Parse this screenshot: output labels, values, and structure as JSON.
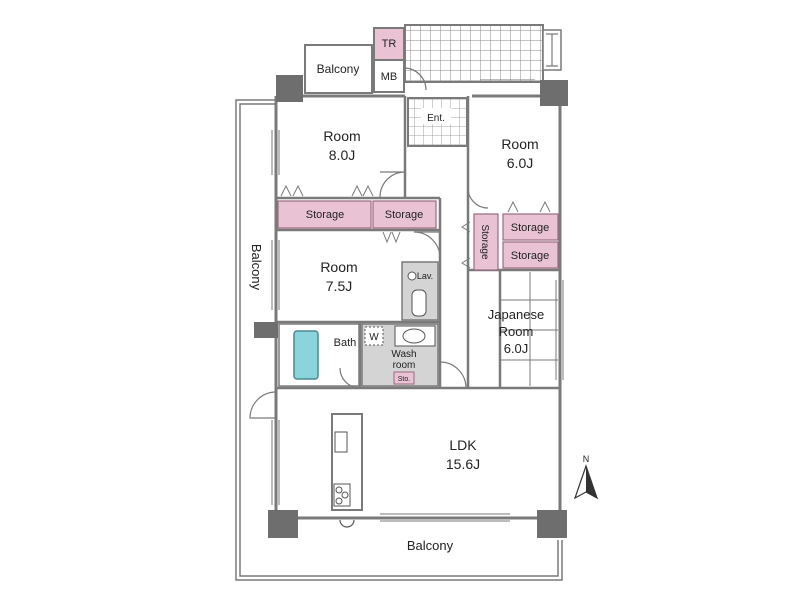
{
  "rooms": {
    "room_top_left": {
      "name": "Room",
      "size": "8.0J"
    },
    "room_top_right": {
      "name": "Room",
      "size": "6.0J"
    },
    "room_middle": {
      "name": "Room",
      "size": "7.5J"
    },
    "japanese_room": {
      "name_line1": "Japanese",
      "name_line2": "Room",
      "size": "6.0J"
    },
    "ldk": {
      "name": "LDK",
      "size": "15.6J"
    }
  },
  "labels": {
    "tr": "TR",
    "mb": "MB",
    "balcony_top": "Balcony",
    "balcony_left": "Balcony",
    "balcony_bottom": "Balcony",
    "entrance": "Ent.",
    "storage_left": "Storage",
    "storage_mid": "Storage",
    "storage_vertical": "Storage",
    "storage_right_1": "Storage",
    "storage_right_2": "Storage",
    "bath": "Bath",
    "washer": "W",
    "wash_room_line1": "Wash",
    "wash_room_line2": "room",
    "sto": "Sto.",
    "lav": "Lav.",
    "compass_n": "N"
  },
  "colors": {
    "wall": "#7a7a7a",
    "pillar": "#6e6e6e",
    "storage_fill": "#e9c3d4",
    "storage_stroke": "#9a6a80",
    "bath_fill": "#8ad4dc",
    "wet_floor": "#d4d4d4",
    "tile_grid": "#8a8a8a",
    "text": "#222222"
  }
}
